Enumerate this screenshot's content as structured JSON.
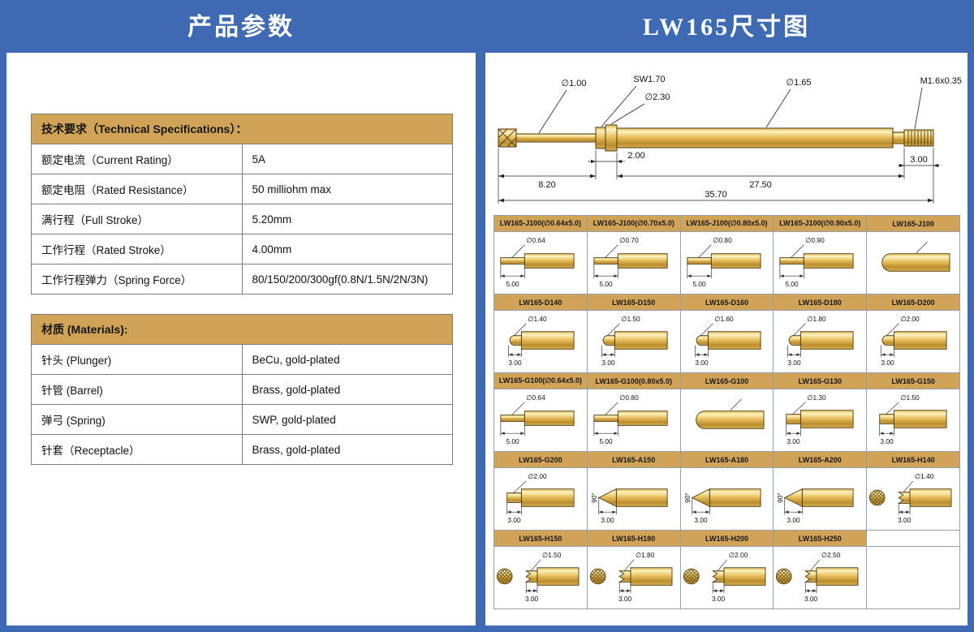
{
  "page": {
    "left_title": "产品参数",
    "right_title": "LW165尺寸图"
  },
  "colors": {
    "background_blue": "#3d6ab2",
    "header_tan": "#d1a356",
    "gold_light": "#fdf2bf",
    "gold_dark": "#bb8c2c"
  },
  "specs": {
    "header": "技术要求（Technical Specifications）：",
    "rows": [
      {
        "label": "额定电流（Current Rating）",
        "value": "5A"
      },
      {
        "label": "额定电阻（Rated Resistance）",
        "value": "50 milliohm max"
      },
      {
        "label": "满行程（Full Stroke）",
        "value": "5.20mm"
      },
      {
        "label": "工作行程（Rated Stroke）",
        "value": "4.00mm"
      },
      {
        "label": "工作行程弹力（Spring Force）",
        "value": "80/150/200/300gf(0.8N/1.5N/2N/3N)"
      }
    ]
  },
  "materials": {
    "header": "材质 (Materials):",
    "rows": [
      {
        "label": "针头 (Plunger)",
        "value": "BeCu, gold-plated"
      },
      {
        "label": "针管 (Barrel)",
        "value": "Brass, gold-plated"
      },
      {
        "label": "弹弓 (Spring)",
        "value": "SWP, gold-plated"
      },
      {
        "label": "针套（Receptacle）",
        "value": "Brass, gold-plated"
      }
    ]
  },
  "drawing": {
    "callouts": {
      "tip_dia": "∅1.00",
      "hex": "SW1.70",
      "flange_dia": "∅2.30",
      "barrel_dia": "∅1.65",
      "thread": "M1.6x0.35"
    },
    "dims": {
      "tip_len": "8.20",
      "flange_len": "2.00",
      "barrel_len": "27.50",
      "thread_len": "3.00",
      "total_len": "35.70"
    }
  },
  "grid": {
    "rows": [
      {
        "headers": [
          "LW165-J100(∅0.64x5.0)",
          "LW165-J100(∅0.70x5.0)",
          "LW165-J100(∅0.80x5.0)",
          "LW165-J100(∅0.90x5.0)",
          "LW165-J100"
        ],
        "cells": [
          {
            "type": "needle",
            "dia": "∅0.64",
            "len": "5.00"
          },
          {
            "type": "needle",
            "dia": "∅0.70",
            "len": "5.00"
          },
          {
            "type": "needle",
            "dia": "∅0.80",
            "len": "5.00"
          },
          {
            "type": "needle",
            "dia": "∅0.90",
            "len": "5.00"
          },
          {
            "type": "plain"
          }
        ]
      },
      {
        "headers": [
          "LW165-D140",
          "LW165-D150",
          "LW165-D160",
          "LW165-D180",
          "LW165-D200"
        ],
        "cells": [
          {
            "type": "dome",
            "dia": "∅1.40",
            "len": "3.00"
          },
          {
            "type": "dome",
            "dia": "∅1.50",
            "len": "3.00"
          },
          {
            "type": "dome",
            "dia": "∅1.60",
            "len": "3.00"
          },
          {
            "type": "dome",
            "dia": "∅1.80",
            "len": "3.00"
          },
          {
            "type": "dome",
            "dia": "∅2.00",
            "len": "3.00"
          }
        ]
      },
      {
        "headers": [
          "LW165-G100(∅0.64x5.0)",
          "LW165-G100(0.80x5.0)",
          "LW165-G100",
          "LW165-G130",
          "LW165-G150"
        ],
        "cells": [
          {
            "type": "needle",
            "dia": "∅0.64",
            "len": "5.00"
          },
          {
            "type": "needle",
            "dia": "∅0.80",
            "len": "5.00"
          },
          {
            "type": "plain"
          },
          {
            "type": "flatstep",
            "dia": "∅1.30",
            "len": "3.00"
          },
          {
            "type": "flatstep",
            "dia": "∅1.50",
            "len": "3.00"
          }
        ]
      },
      {
        "headers": [
          "LW165-G200",
          "LW165-A150",
          "LW165-A180",
          "LW165-A200",
          "LW165-H140"
        ],
        "cells": [
          {
            "type": "flatstep",
            "dia": "∅2.00",
            "len": "3.00"
          },
          {
            "type": "cone90",
            "angle": "90°",
            "len": "3.00"
          },
          {
            "type": "cone90",
            "angle": "90°",
            "len": "3.00"
          },
          {
            "type": "cone90",
            "angle": "90°",
            "len": "3.00"
          },
          {
            "type": "crown",
            "dia": "∅1.40",
            "len": "3.00"
          }
        ]
      },
      {
        "headers": [
          "LW165-H150",
          "LW165-H180",
          "LW165-H200",
          "LW165-H250",
          ""
        ],
        "cells": [
          {
            "type": "crown",
            "dia": "∅1.50",
            "len": "3.00"
          },
          {
            "type": "crown",
            "dia": "∅1.80",
            "len": "3.00"
          },
          {
            "type": "crown",
            "dia": "∅2.00",
            "len": "3.00"
          },
          {
            "type": "crown",
            "dia": "∅2.50",
            "len": "3.00"
          },
          {
            "type": "empty"
          }
        ]
      }
    ]
  }
}
